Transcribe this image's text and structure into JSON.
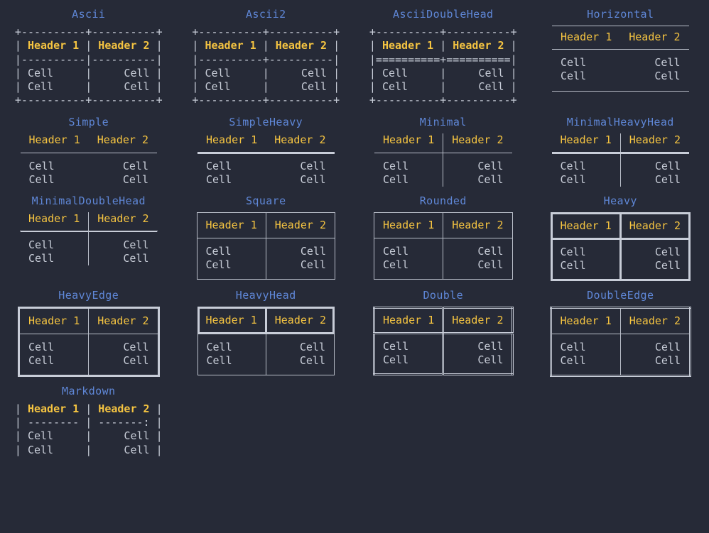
{
  "theme": {
    "background": "#262a37",
    "title_color": "#5f87d7",
    "header_color": "#f5c441",
    "cell_color": "#c8cdd8",
    "line_color": "#b9bec9",
    "heavy_line_color": "#c8cdd8"
  },
  "table_content": {
    "headers": [
      "Header 1",
      "Header 2"
    ],
    "rows": [
      [
        "Cell",
        "Cell"
      ],
      [
        "Cell",
        "Cell"
      ]
    ],
    "column_alignment": [
      "left",
      "right"
    ]
  },
  "styles": [
    {
      "name": "Ascii",
      "kind": "ascii",
      "lines": [
        "+----------+----------+",
        "| @Header 1@ | @Header 2@ |",
        "|----------|----------|",
        "| Cell     |     Cell |",
        "| Cell     |     Cell |",
        "+----------+----------+"
      ]
    },
    {
      "name": "Ascii2",
      "kind": "ascii",
      "lines": [
        "+----------+----------+",
        "| @Header 1@ | @Header 2@ |",
        "|----------+----------|",
        "| Cell     |     Cell |",
        "| Cell     |     Cell |",
        "+----------+----------+"
      ]
    },
    {
      "name": "AsciiDoubleHead",
      "kind": "ascii",
      "lines": [
        "+----------+----------+",
        "| @Header 1@ | @Header 2@ |",
        "|==========+==========|",
        "| Cell     |     Cell |",
        "| Cell     |     Cell |",
        "+----------+----------+"
      ]
    },
    {
      "name": "Horizontal",
      "kind": "box",
      "class": "box-horizontal"
    },
    {
      "name": "Simple",
      "kind": "box",
      "class": "box-simple"
    },
    {
      "name": "SimpleHeavy",
      "kind": "box",
      "class": "box-simpleheavy"
    },
    {
      "name": "Minimal",
      "kind": "box",
      "class": "box-minimal"
    },
    {
      "name": "MinimalHeavyHead",
      "kind": "box",
      "class": "box-minimalheavyhead"
    },
    {
      "name": "MinimalDoubleHead",
      "kind": "box",
      "class": "box-minimaldoublehead"
    },
    {
      "name": "Square",
      "kind": "box",
      "class": "box-square"
    },
    {
      "name": "Rounded",
      "kind": "box",
      "class": "box-rounded"
    },
    {
      "name": "Heavy",
      "kind": "box",
      "class": "box-heavy"
    },
    {
      "name": "HeavyEdge",
      "kind": "box",
      "class": "box-heavyedge"
    },
    {
      "name": "HeavyHead",
      "kind": "box",
      "class": "box-heavyhead"
    },
    {
      "name": "Double",
      "kind": "box",
      "class": "box-double"
    },
    {
      "name": "DoubleEdge",
      "kind": "box",
      "class": "box-doubleedge"
    },
    {
      "name": "Markdown",
      "kind": "ascii",
      "lines": [
        "| @Header 1@ | @Header 2@ |",
        "| -------- | -------: |",
        "| Cell     |     Cell |",
        "| Cell     |     Cell |"
      ]
    }
  ]
}
